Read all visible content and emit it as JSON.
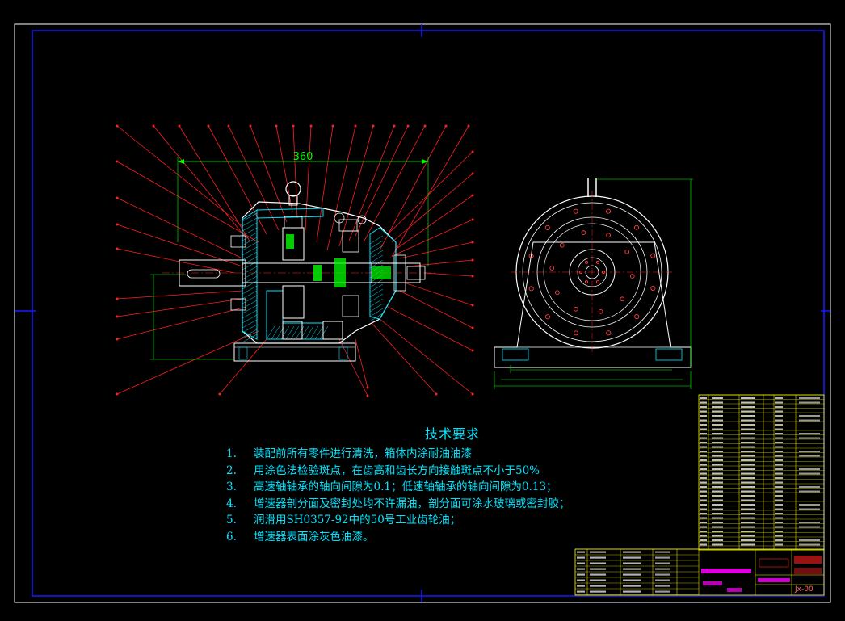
{
  "drawing": {
    "dimension_overall_length": "360",
    "tech_requirements": {
      "title": "技术要求",
      "items": [
        {
          "num": "1.",
          "text": "装配前所有零件进行清洗，箱体内涂耐油油漆"
        },
        {
          "num": "2.",
          "text": "用涂色法检验斑点，在齿高和齿长方向接触斑点不小于50%"
        },
        {
          "num": "3.",
          "text": "高速轴轴承的轴向间隙为0.1；低速轴轴承的轴向间隙为0.13；"
        },
        {
          "num": "4.",
          "text": "增速器剖分面及密封处均不许漏油，剖分面可涂水玻璃或密封胶；"
        },
        {
          "num": "5.",
          "text": "润滑用SH0357-92中的50号工业齿轮油；"
        },
        {
          "num": "6.",
          "text": "增速器表面涂灰色油漆。"
        }
      ]
    },
    "drawing_code": "Jx-00"
  },
  "colors": {
    "background": "#000000",
    "frame": "#1a1aff",
    "leader": "#ff2020",
    "geometry": "#ffffff",
    "dimension": "#00ff00",
    "hatch": "#00e5ff",
    "table": "#ffff00",
    "stamp": "#ff00ff",
    "accent": "#ff6a6a"
  }
}
